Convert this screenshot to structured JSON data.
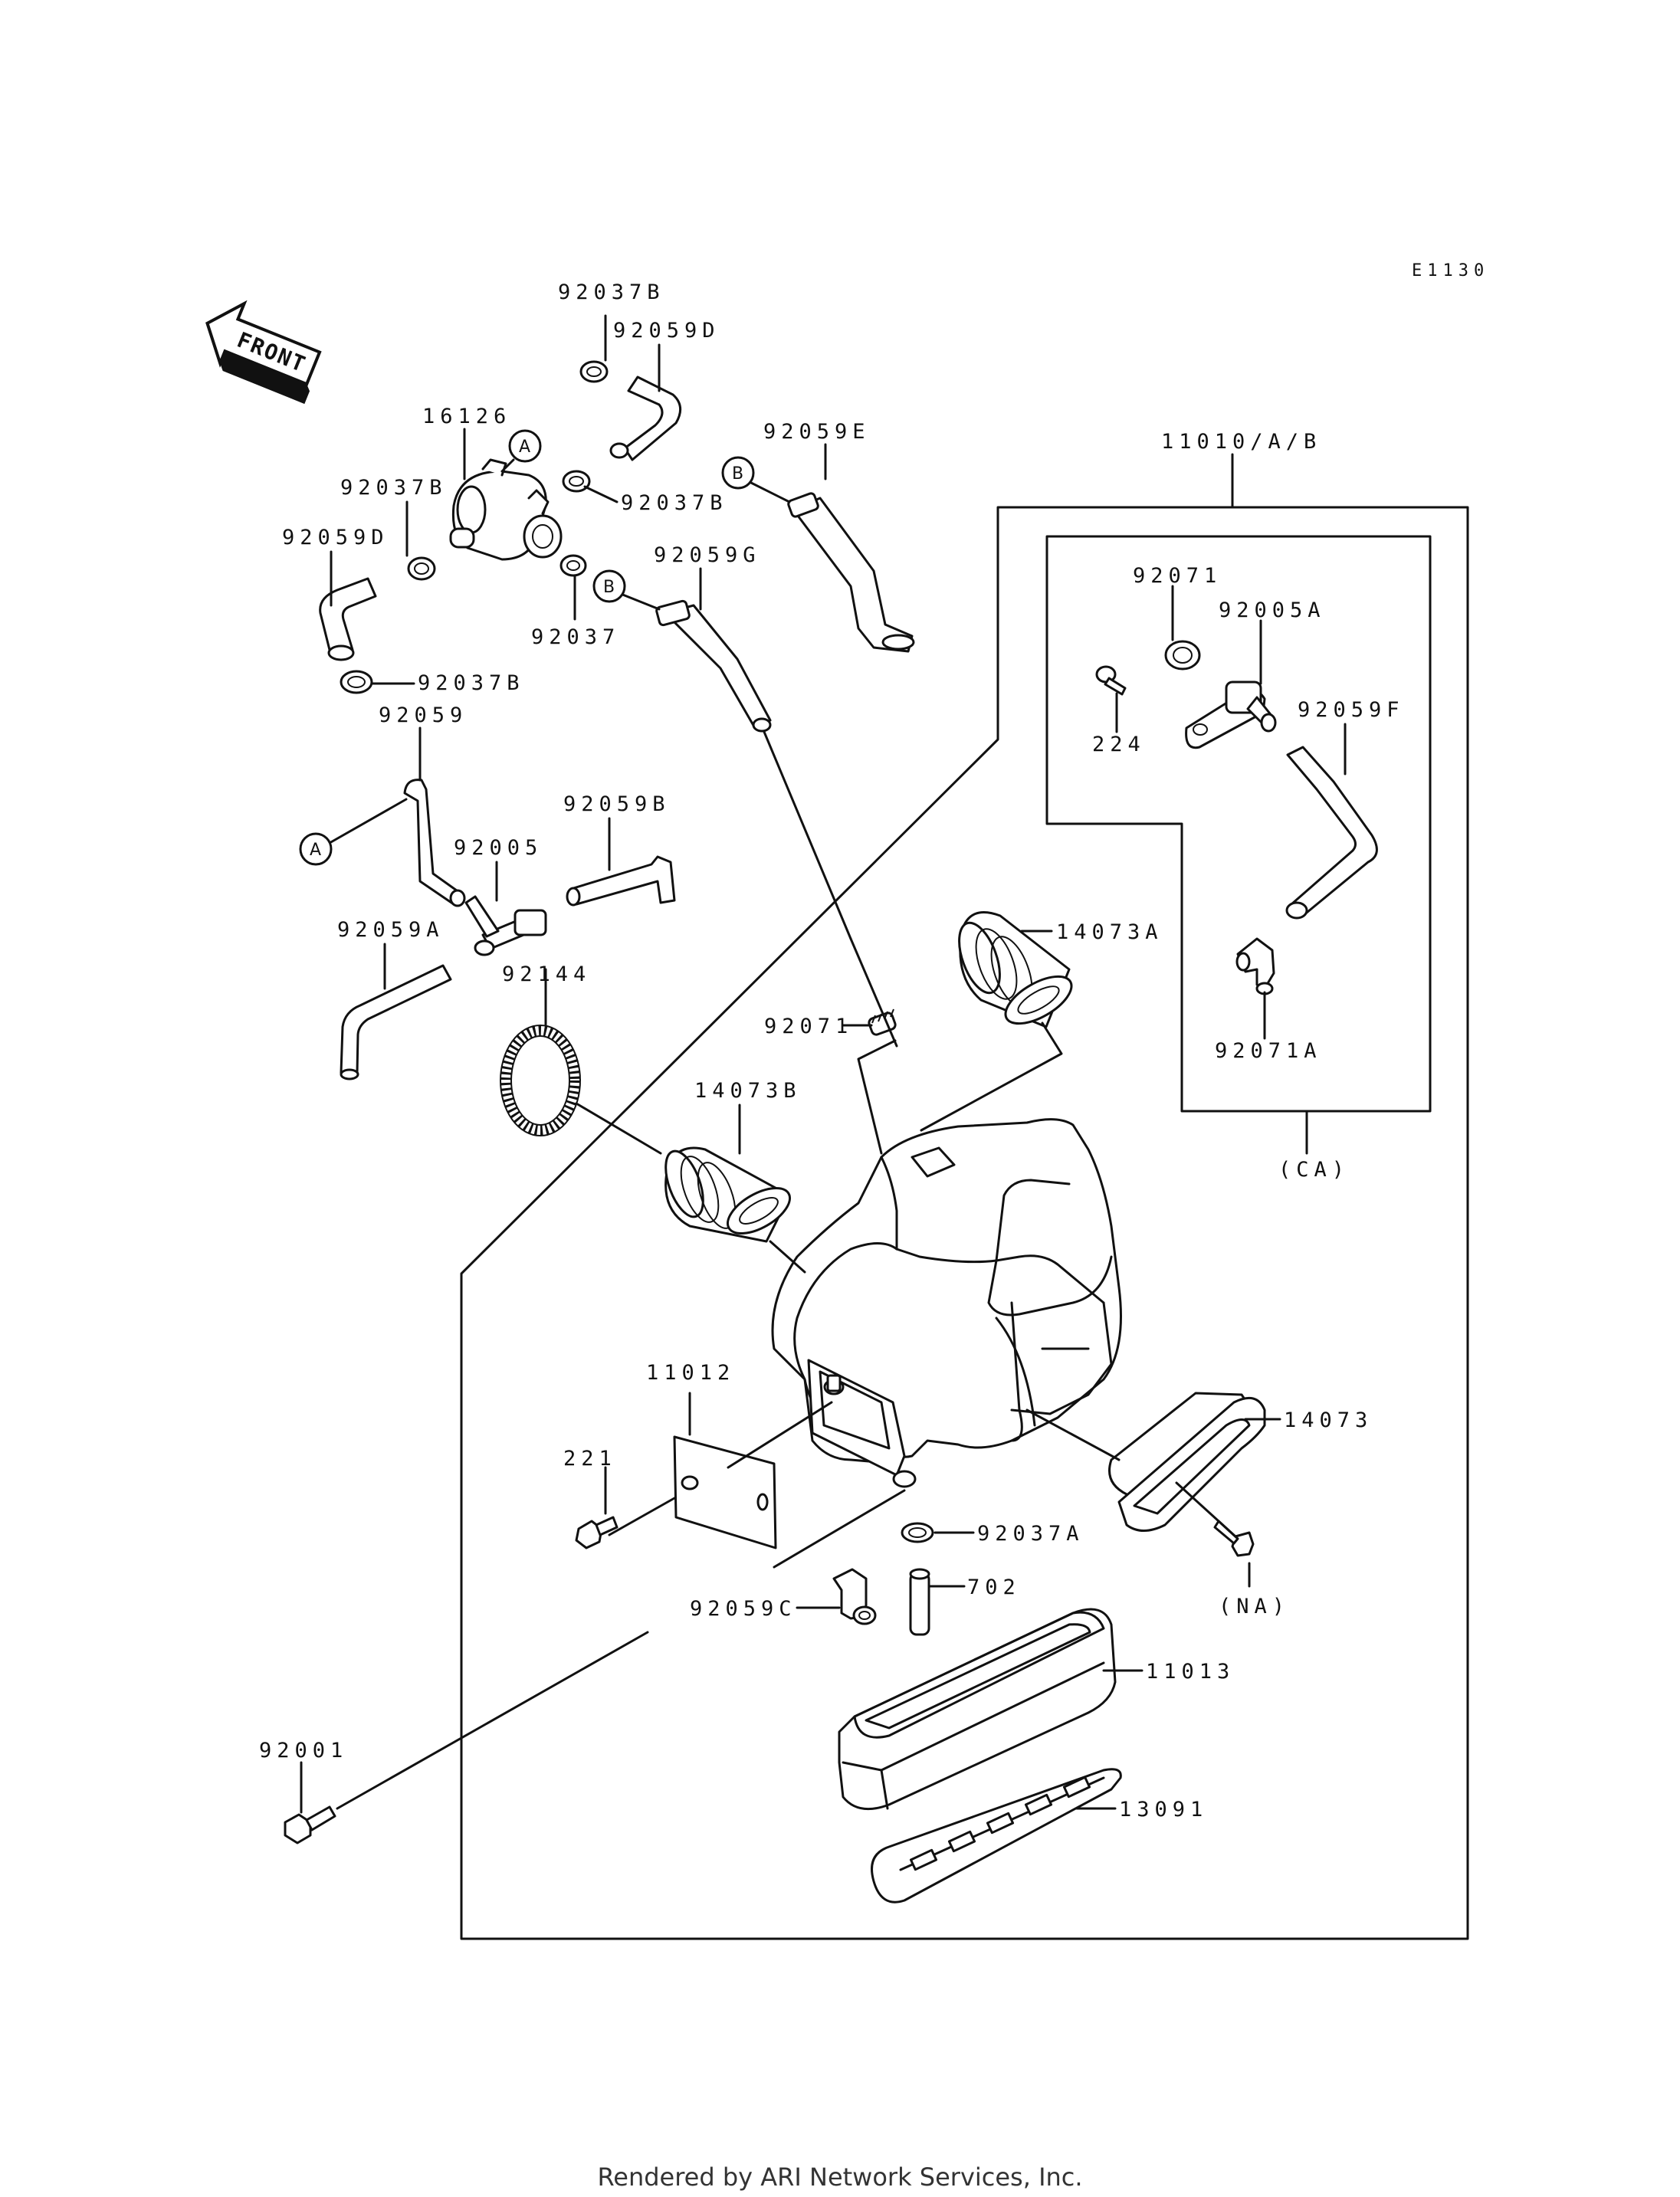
{
  "diagram_id": "E1130",
  "front_label": "FRONT",
  "footer": "Rendered by ARI Network Services, Inc.",
  "callouts": {
    "A": "A",
    "B": "B"
  },
  "parts": {
    "p92037B_top": "92037B",
    "p92059D_top": "92059D",
    "p16126": "16126",
    "p92037B_left": "92037B",
    "p92037B_mid": "92037B",
    "p92059E": "92059E",
    "p92059D_left": "92059D",
    "p92037": "92037",
    "p92059G": "92059G",
    "p92037B_low": "92037B",
    "p92059": "92059",
    "p92059B": "92059B",
    "p92005": "92005",
    "p92059A": "92059A",
    "p92144": "92144",
    "p92071_mid": "92071",
    "p14073A": "14073A",
    "p14073B": "14073B",
    "p11010": "11010/A/B",
    "p92071_box": "92071",
    "p92005A": "92005A",
    "p224": "224",
    "p92059F": "92059F",
    "p92071A": "92071A",
    "pCA": "(CA)",
    "p11012": "11012",
    "p221": "221",
    "p14073": "14073",
    "pNA": "(NA)",
    "p92037A": "92037A",
    "p702": "702",
    "p92059C": "92059C",
    "p11013": "11013",
    "p92001": "92001",
    "p13091": "13091"
  }
}
